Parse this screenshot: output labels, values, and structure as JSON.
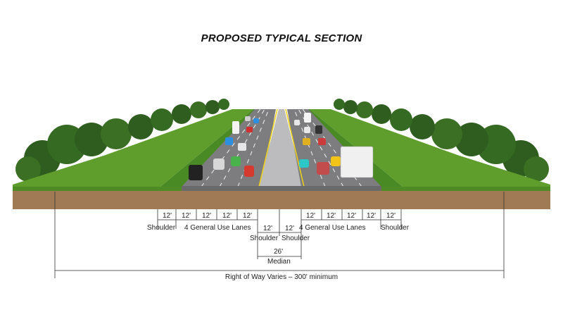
{
  "title": "PROPOSED TYPICAL SECTION",
  "colors": {
    "grass": "#5f9e2c",
    "grass_dark": "#3f7a1e",
    "soil": "#a07a55",
    "pavement": "#7d7d7f",
    "shoulder": "#a6a6a8",
    "median": "#bcbcbe",
    "tree": "#2f5d1f",
    "lane_line": "#f4f4f4",
    "edge_line": "#f1d21a"
  },
  "labels": {
    "lane_width": "12'",
    "shoulder": "Shoulder",
    "general_lanes": "4 General Use Lanes",
    "median_width": "26'",
    "median": "Median",
    "right_of_way": "Right of Way Varies – 300' minimum"
  }
}
